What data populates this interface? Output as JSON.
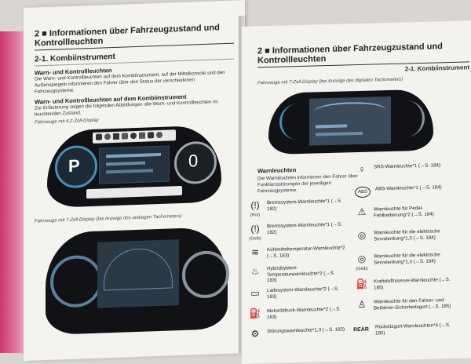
{
  "left": {
    "chapter": "2 ■ Informationen über Fahrzeugzustand und Kontrollleuchten",
    "section": "2-1. Kombiinstrument",
    "sub1": "Warn- und Kontrollleuchten",
    "para1": "Die Warn- und Kontrollleuchten auf dem Kombiinstrument, auf der Mittelkonsole und den Außenspiegeln informieren den Fahrer über den Status der verschiedenen Fahrzeugsysteme.",
    "sub2": "Warn- und Kontrollleuchten auf dem Kombiinstrument",
    "para2": "Zur Erläuterung zeigen die folgenden Abbildungen alle Warn- und Kontrollleuchten im leuchtenden Zustand.",
    "cap1": "Fahrzeuge mit 4,2-Zoll-Display",
    "gear_left": "P",
    "gear_right": "0",
    "cap2": "Fahrzeuge mit 7-Zoll-Display (bei Anzeige des analogen Tachometers)"
  },
  "right": {
    "chapter": "2 ■ Informationen über Fahrzeugzustand und Kontrollleuchten",
    "section": "2-1. Kombiinstrument",
    "cap": "Fahrzeuge mit 7-Zoll-Display (bei Anzeige des digitalen Tachometers)",
    "warn_title": "Warnleuchten",
    "warn_para": "Die Warnleuchten informieren den Fahrer über Funktionsstörungen der jeweiligen Fahrzeugsysteme.",
    "left_items": [
      {
        "icon": "(!)",
        "sub": "(Rot)",
        "label": "Bremssystem-Warnleuchte*1 (→S. 182)"
      },
      {
        "icon": "(!)",
        "sub": "(Gelb)",
        "label": "Bremssystem-Warnleuchte*1 (→S. 182)"
      },
      {
        "icon": "≋",
        "sub": "",
        "label": "Kühlmitteltemperatur-Warnleuchte*2 (→S. 183)"
      },
      {
        "icon": "♨",
        "sub": "",
        "label": "Hybridsystem-Temperaturwarnleuchte*2 (→S. 183)"
      },
      {
        "icon": "▭",
        "sub": "",
        "label": "Ladesystem-Warnleuchte*2 (→S. 183)"
      },
      {
        "icon": "⛽",
        "sub": "",
        "label": "Motoröldruck-Warnleuchte*2 (→S. 183)"
      },
      {
        "icon": "⚙",
        "sub": "",
        "label": "Störungswarnleuchte*1,3 (→S. 183)"
      }
    ],
    "right_items": [
      {
        "icon": "♀",
        "sub": "",
        "label": "SRS-Warnleuchte*1 (→S. 184)"
      },
      {
        "icon": "ABS",
        "sub": "",
        "label": "ABS-Warnleuchte*1 (→S. 184)"
      },
      {
        "icon": "⚠",
        "sub": "",
        "label": "Warnleuchte für Pedal-Fehlbedienung*2 (→S. 184)"
      },
      {
        "icon": "◎",
        "sub": "",
        "label": "Warnleuchte für die elektrische Servolenkung*1,3 (→S. 184)"
      },
      {
        "icon": "◎",
        "sub": "(Gelb)",
        "label": "Warnleuchte für die elektrische Servolenkung*1,3 (→S. 184)"
      },
      {
        "icon": "⛽",
        "sub": "",
        "label": "Kraftstoffreserve-Warnleuchte (→S. 185)"
      },
      {
        "icon": "♙",
        "sub": "",
        "label": "Warnleuchte für den Fahrer- und Beifahrer-Sicherheitsgurt (→S. 185)"
      },
      {
        "icon": "REAR",
        "sub": "",
        "label": "Rücksitzgurt-Warnleuchten*4 (→S. 185)"
      }
    ]
  }
}
